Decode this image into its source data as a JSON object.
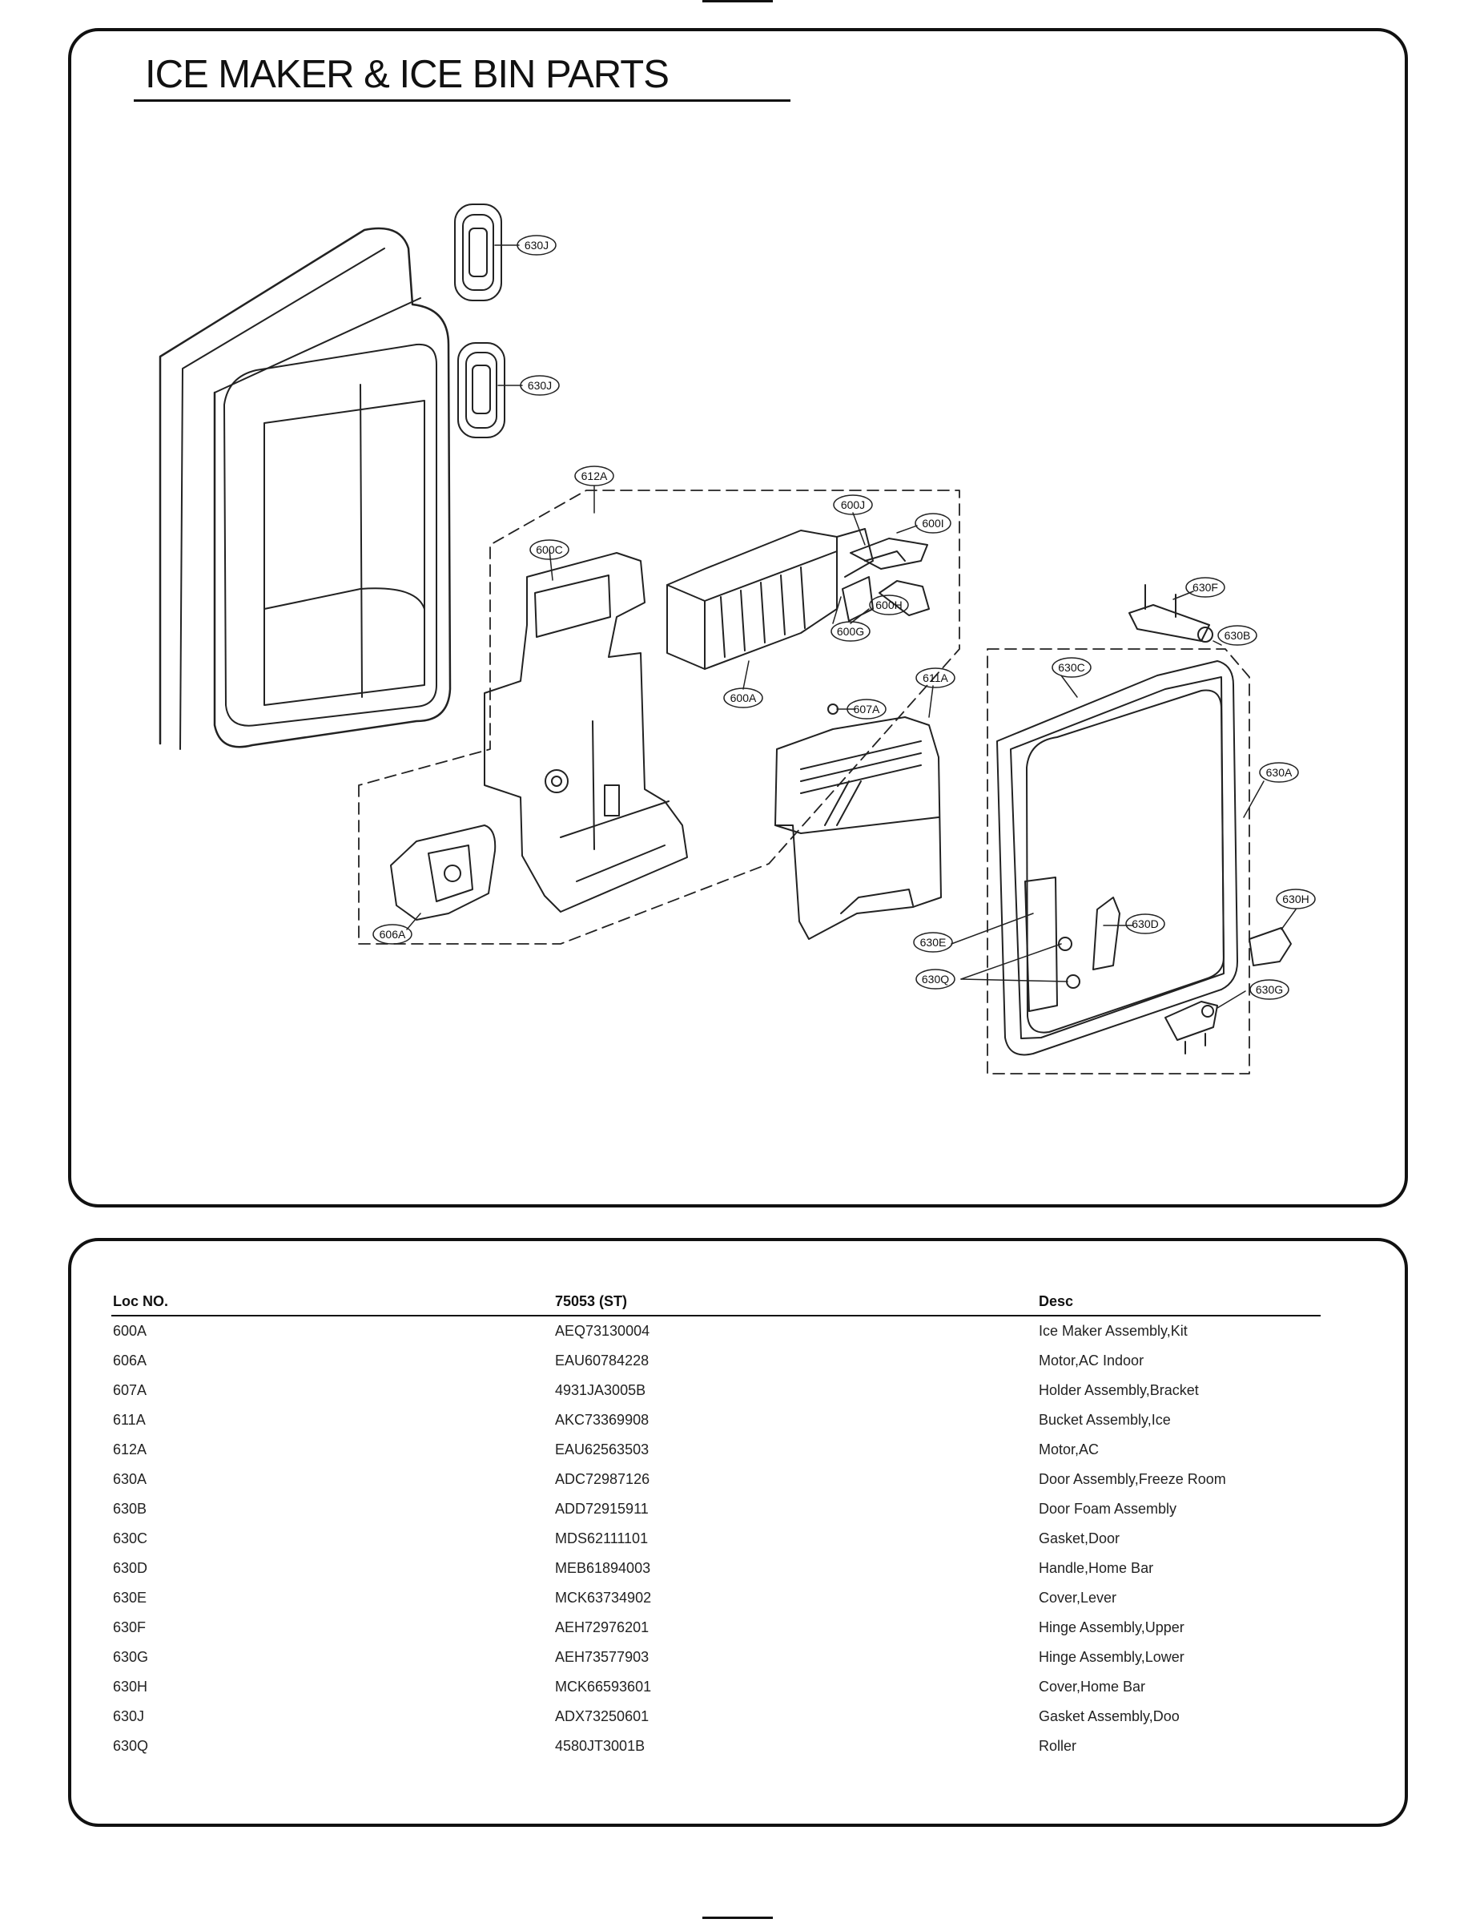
{
  "header": {
    "title": "ICE MAKER & ICE BIN PARTS"
  },
  "diagram": {
    "callouts": [
      "630J",
      "630J",
      "612A",
      "600J",
      "600I",
      "600C",
      "600H",
      "600G",
      "600A",
      "630F",
      "630B",
      "630C",
      "611A",
      "607A",
      "630A",
      "630H",
      "630D",
      "630E",
      "630Q",
      "630G",
      "606A"
    ]
  },
  "parts_table": {
    "columns": [
      "Loc NO.",
      "75053 (ST)",
      "Desc"
    ],
    "rows": [
      {
        "loc": "600A",
        "part": "AEQ73130004",
        "desc": "Ice Maker Assembly,Kit"
      },
      {
        "loc": "606A",
        "part": "EAU60784228",
        "desc": "Motor,AC Indoor"
      },
      {
        "loc": "607A",
        "part": "4931JA3005B",
        "desc": "Holder Assembly,Bracket"
      },
      {
        "loc": "611A",
        "part": "AKC73369908",
        "desc": "Bucket Assembly,Ice"
      },
      {
        "loc": "612A",
        "part": "EAU62563503",
        "desc": "Motor,AC"
      },
      {
        "loc": "630A",
        "part": "ADC72987126",
        "desc": "Door Assembly,Freeze Room"
      },
      {
        "loc": "630B",
        "part": "ADD72915911",
        "desc": "Door Foam Assembly"
      },
      {
        "loc": "630C",
        "part": "MDS62111101",
        "desc": "Gasket,Door"
      },
      {
        "loc": "630D",
        "part": "MEB61894003",
        "desc": "Handle,Home Bar"
      },
      {
        "loc": "630E",
        "part": "MCK63734902",
        "desc": "Cover,Lever"
      },
      {
        "loc": "630F",
        "part": "AEH72976201",
        "desc": "Hinge Assembly,Upper"
      },
      {
        "loc": "630G",
        "part": "AEH73577903",
        "desc": "Hinge Assembly,Lower"
      },
      {
        "loc": "630H",
        "part": "MCK66593601",
        "desc": "Cover,Home Bar"
      },
      {
        "loc": "630J",
        "part": "ADX73250601",
        "desc": "Gasket Assembly,Doo"
      },
      {
        "loc": "630Q",
        "part": "4580JT3001B",
        "desc": "Roller"
      }
    ]
  }
}
